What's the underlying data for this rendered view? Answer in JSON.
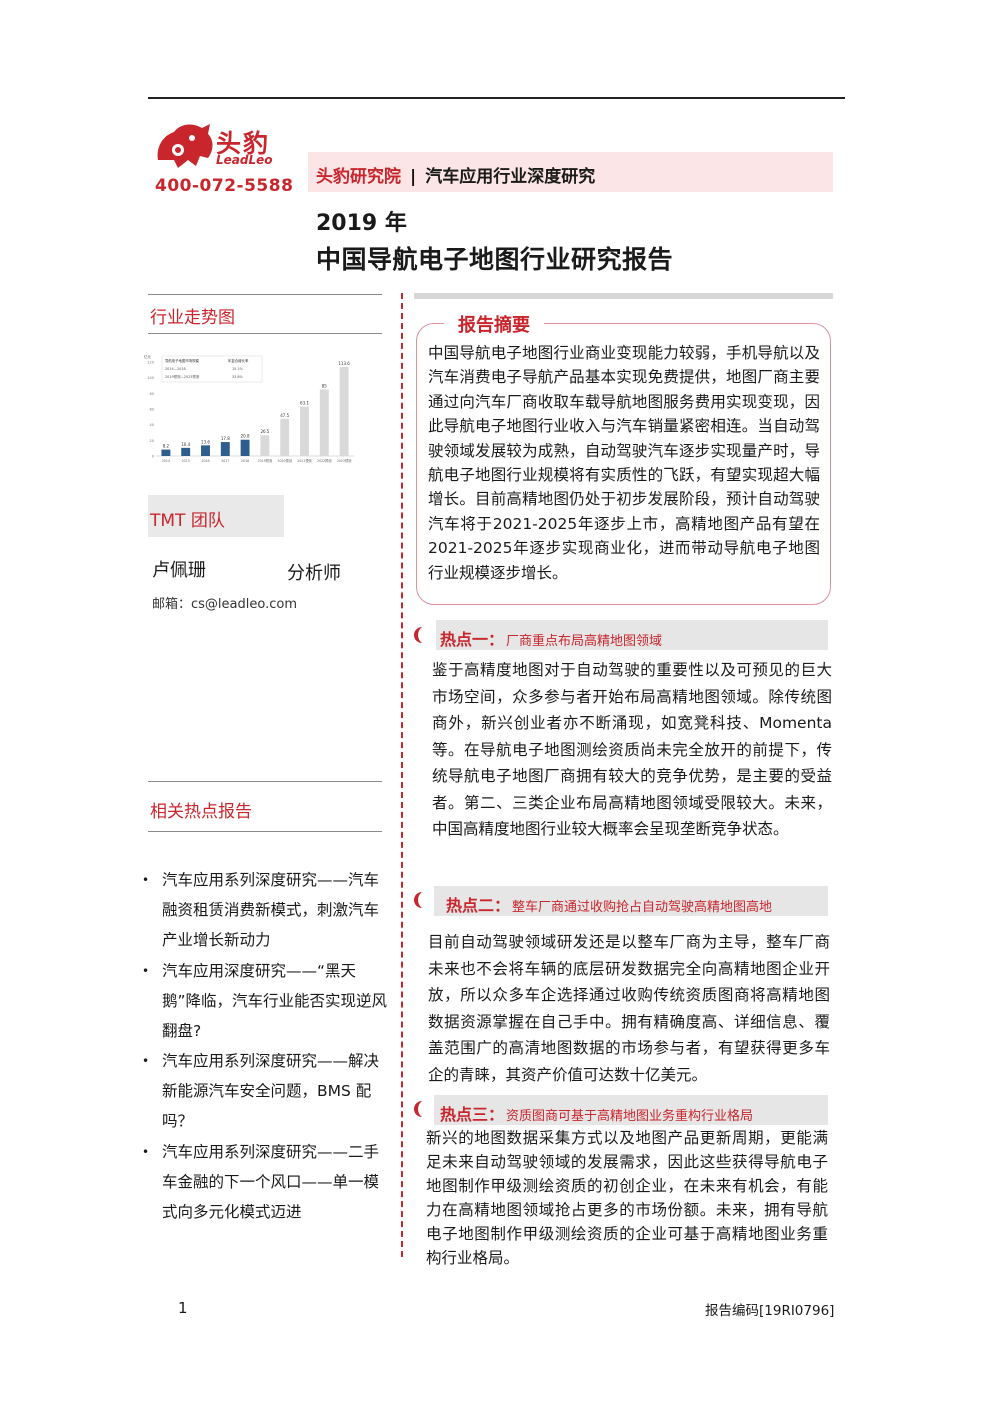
{
  "header": {
    "logo_cn": "头豹",
    "logo_en": "LeadLeo",
    "phone": "400-072-5588",
    "institute": "头豹研究院",
    "separator": "|",
    "series": "汽车应用行业深度研究",
    "year": "2019 年",
    "title": "中国导航电子地图行业研究报告"
  },
  "sidebar": {
    "trend_heading": "行业走势图",
    "team_heading": "TMT 团队",
    "analyst_name": "卢佩珊",
    "analyst_role": "分析师",
    "email": "邮箱：cs@leadleo.com",
    "related_heading": "相关热点报告",
    "reports": [
      {
        "text": "汽车应用系列深度研究——汽车融资租赁消费新模式，刺激汽车产业增长新动力"
      },
      {
        "text": "汽车应用深度研究——“黑天鹅”降临，汽车行业能否实现逆风翻盘?"
      },
      {
        "text": "汽车应用系列深度研究——解决新能源汽车安全问题，BMS 配吗？"
      },
      {
        "text": "汽车应用系列深度研究——二手车金融的下一个风口——单一模式向多元化模式迈进"
      }
    ]
  },
  "abstract": {
    "title": "报告摘要",
    "text": "中国导航电子地图行业商业变现能力较弱，手机导航以及汽车消费电子导航产品基本实现免费提供，地图厂商主要通过向汽车厂商收取车载导航地图服务费用实现变现，因此导航电子地图行业收入与汽车销量紧密相连。当自动驾驶领域发展较为成熟，自动驾驶汽车逐步实现量产时，导航电子地图行业规模将有实质性的飞跃，有望实现超大幅增长。目前高精地图仍处于初步发展阶段，预计自动驾驶汽车将于2021-2025年逐步上市，高精地图产品有望在2021-2025年逐步实现商业化，进而带动导航电子地图行业规模逐步增长。"
  },
  "hotspots": [
    {
      "label": "热点一：",
      "subtitle": "厂商重点布局高精地图领域",
      "text": "鉴于高精度地图对于自动驾驶的重要性以及可预见的巨大市场空间，众多参与者开始布局高精地图领域。除传统图商外，新兴创业者亦不断涌现，如宽凳科技、Momenta等。在导航电子地图测绘资质尚未完全放开的前提下，传统导航电子地图厂商拥有较大的竞争优势，是主要的受益者。第二、三类企业布局高精地图领域受限较大。未来，中国高精度地图行业较大概率会呈现垄断竞争状态。"
    },
    {
      "label": "热点二：",
      "subtitle": "整车厂商通过收购抢占自动驾驶高精地图高地",
      "text": "目前自动驾驶领域研发还是以整车厂商为主导，整车厂商未来也不会将车辆的底层研发数据完全向高精地图企业开放，所以众多车企选择通过收购传统资质图商将高精地图数据资源掌握在自己手中。拥有精确度高、详细信息、覆盖范围广的高清地图数据的市场参与者，有望获得更多车企的青睐，其资产价值可达数十亿美元。"
    },
    {
      "label": "热点三：",
      "subtitle": "资质图商可基于高精地图业务重构行业格局",
      "text": "新兴的地图数据采集方式以及地图产品更新周期，更能满足未来自动驾驶领域的发展需求，因此这些获得导航电子地图制作甲级测绘资质的初创企业，在未来有机会，有能力在高精地图领域抢占更多的市场份额。未来，拥有导航电子地图制作甲级测绘资质的企业可基于高精地图业务重构行业格局。"
    }
  ],
  "footer": {
    "page": "1",
    "code": "报告编码[19RI0796]"
  },
  "colors": {
    "brand_red": "#c9252c",
    "bar_blue": "#2e5e8e",
    "bar_grey": "#d9d9d9"
  },
  "chart_data": {
    "type": "bar",
    "title": "",
    "ylabel": "亿元",
    "categories": [
      "2014",
      "2015",
      "2016",
      "2017",
      "2018",
      "2019预测",
      "2020预测",
      "2021预测",
      "2022预测",
      "2023预测"
    ],
    "values": [
      8.2,
      10.4,
      13.6,
      17.8,
      20.8,
      26.5,
      47.5,
      63.1,
      85,
      113.6
    ],
    "value_labels": [
      "8.2",
      "10.4",
      "13.6",
      "17.8",
      "20.8",
      "26.5",
      "47.5",
      "63.1",
      "85",
      "113.6"
    ],
    "ylim": [
      0,
      120
    ],
    "yticks": [
      0,
      20,
      40,
      60,
      80,
      100,
      120
    ],
    "legend": [
      {
        "period": "2014—2018",
        "value": "15.1%"
      },
      {
        "period": "2019预测—2023预测",
        "value": "33.8%"
      }
    ],
    "legend_headers": [
      "导航电子地图市场规模",
      "年复合增长率"
    ],
    "grid": false,
    "legend_position": "top-left"
  }
}
